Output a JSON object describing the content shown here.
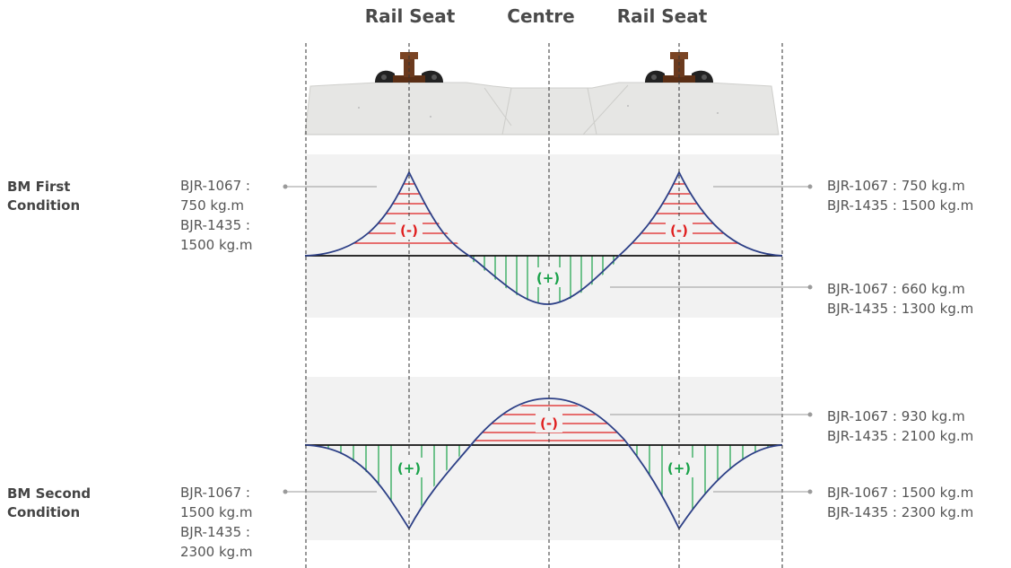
{
  "headers": {
    "left": "Rail Seat",
    "centre": "Centre",
    "right": "Rail Seat"
  },
  "conditions": {
    "first": {
      "label_line1": "BM First",
      "label_line2": "Condition",
      "rail_seat_left": [
        "BJR-1067 :",
        "750 kg.m",
        "BJR-1435 :",
        "1500 kg.m"
      ],
      "rail_seat_right": [
        "BJR-1067 : 750 kg.m",
        "BJR-1435 : 1500 kg.m"
      ],
      "centre": [
        "BJR-1067 : 660 kg.m",
        "BJR-1435 : 1300 kg.m"
      ],
      "rail_seat_sign": "(-)",
      "centre_sign": "(+)"
    },
    "second": {
      "label_line1": "BM Second",
      "label_line2": "Condition",
      "rail_seat_left": [
        "BJR-1067 :",
        "1500 kg.m",
        "BJR-1435 :",
        "2300 kg.m"
      ],
      "rail_seat_right": [
        "BJR-1067 : 1500 kg.m",
        "BJR-1435 : 2300 kg.m"
      ],
      "centre": [
        "BJR-1067 : 930 kg.m",
        "BJR-1435 : 2100 kg.m"
      ],
      "rail_seat_sign": "(+)",
      "centre_sign": "(-)"
    }
  },
  "colors": {
    "negative": "#e02020",
    "positive": "#1aa24a",
    "curve": "#2c3f86",
    "panel": "#f2f2f2",
    "sleeper": "#e6e6e4",
    "rail": "#6b3a1e"
  }
}
